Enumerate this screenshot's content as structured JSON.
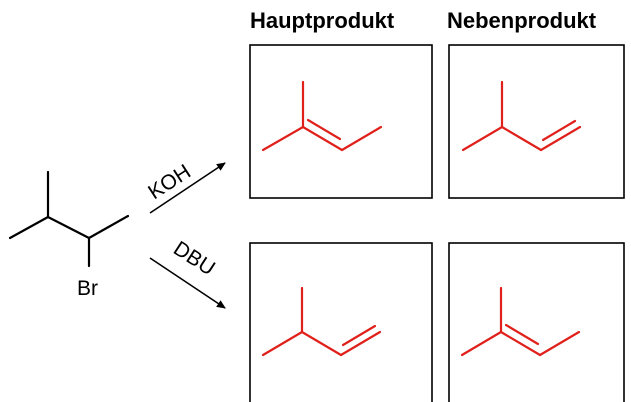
{
  "headers": {
    "main_product": "Hauptprodukt",
    "side_product": "Nebenprodukt"
  },
  "reactant": {
    "substituent": "Br"
  },
  "reactions": [
    {
      "reagent": "KOH"
    },
    {
      "reagent": "DBU"
    }
  ],
  "colors": {
    "product_bonds": "#e0201b",
    "reactant_bonds": "#000000",
    "box_border": "#000000"
  }
}
